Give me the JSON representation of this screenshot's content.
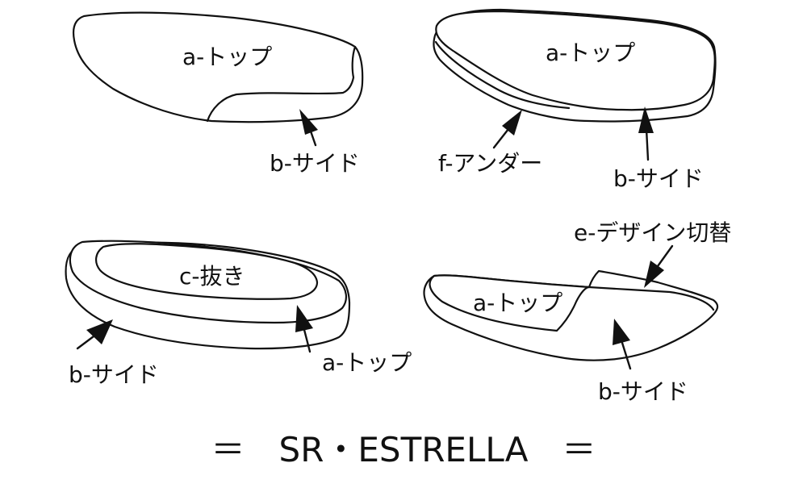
{
  "panels": {
    "panel1": {
      "top_label": "a-トップ",
      "side_label": "b-サイド"
    },
    "panel2": {
      "top_label": "a-トップ",
      "under_label": "f-アンダー",
      "side_label": "b-サイド"
    },
    "panel3": {
      "inner_label": "c-抜き",
      "side_label": "b-サイド",
      "top_label": "a-トップ"
    },
    "panel4": {
      "switch_label": "e-デザイン切替",
      "top_label": "a-トップ",
      "side_label": "b-サイド"
    }
  },
  "caption": "＝　SR・ESTRELLA　＝"
}
